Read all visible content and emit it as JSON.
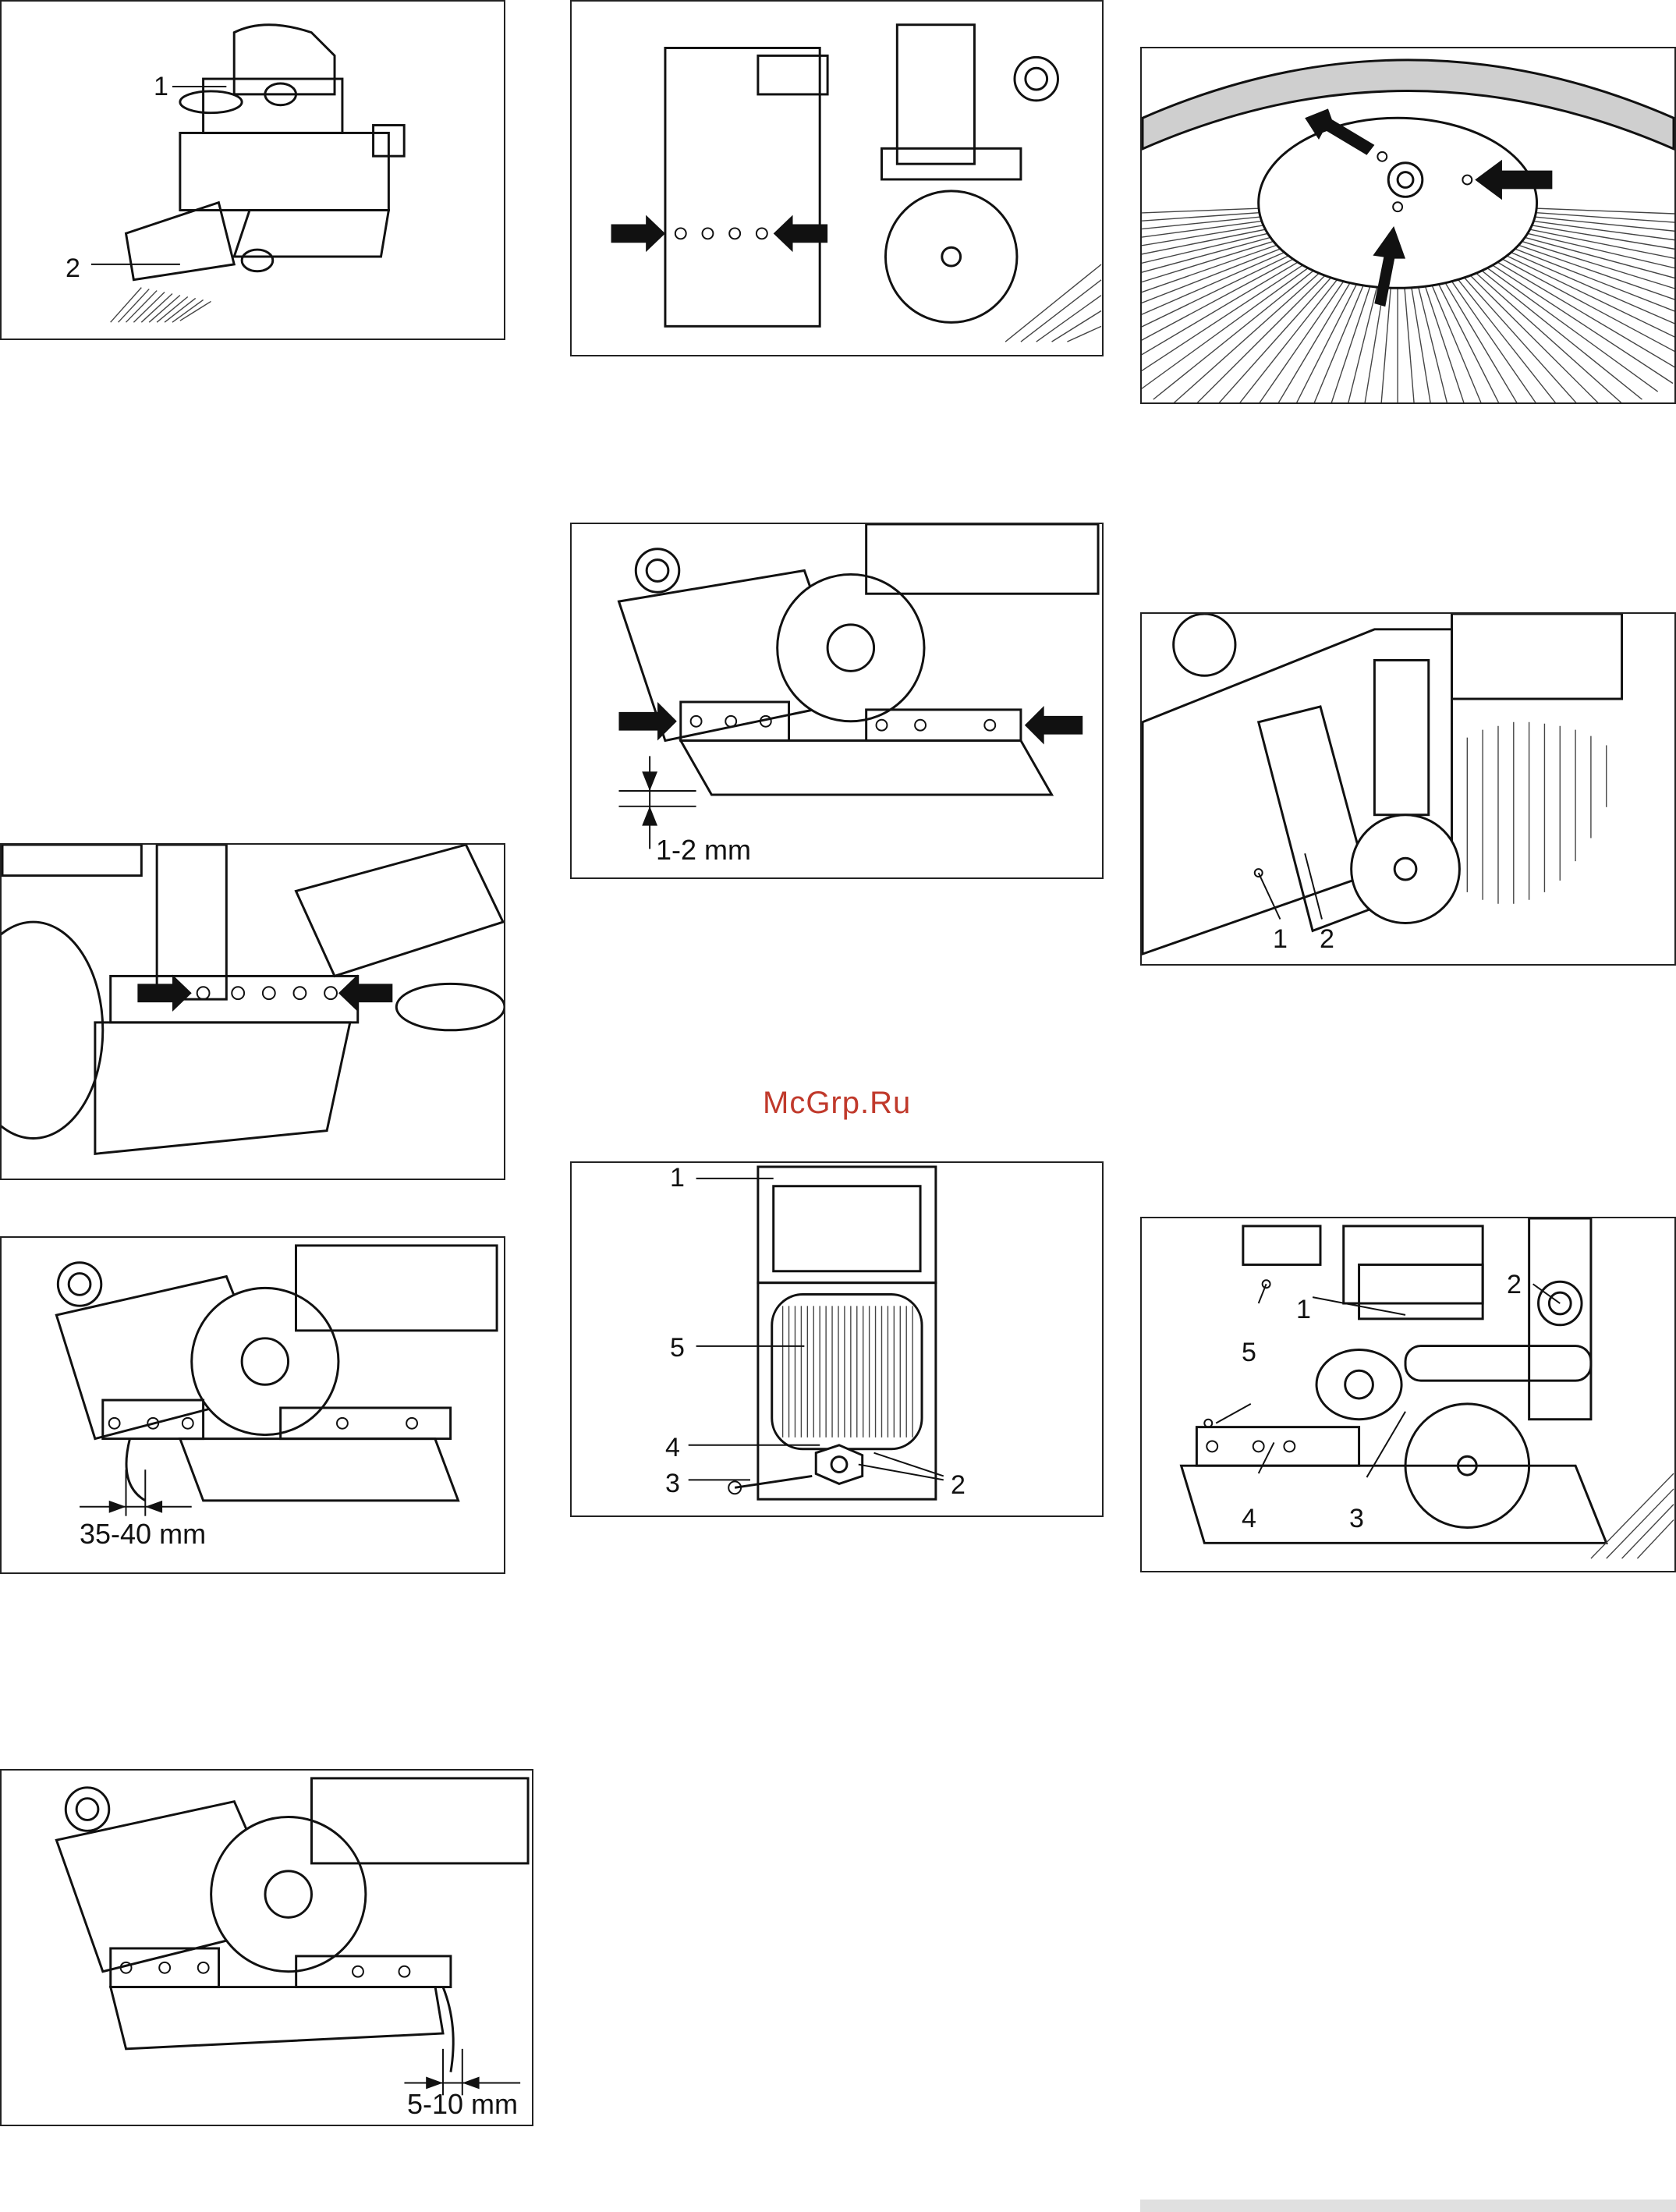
{
  "watermark": "McGrp.Ru",
  "figures": {
    "fig_side_brush_unit": {
      "labels": [
        "1",
        "2"
      ]
    },
    "fig_mount_arrows_top": {
      "labels": []
    },
    "fig_sweep_disc_arrows": {
      "labels": []
    },
    "fig_seal_gap": {
      "dimension": "1-2 mm"
    },
    "fig_side_panel": {
      "labels": [
        "1",
        "2"
      ]
    },
    "fig_left_arrows": {
      "labels": []
    },
    "fig_filter": {
      "labels": [
        "1",
        "5",
        "4",
        "3",
        "2"
      ]
    },
    "fig_seal_35_40": {
      "dimension": "35-40 mm"
    },
    "fig_wheel_assembly": {
      "labels": [
        "2",
        "1",
        "5",
        "4",
        "3"
      ]
    },
    "fig_seal_5_10": {
      "dimension": "5-10 mm"
    }
  }
}
